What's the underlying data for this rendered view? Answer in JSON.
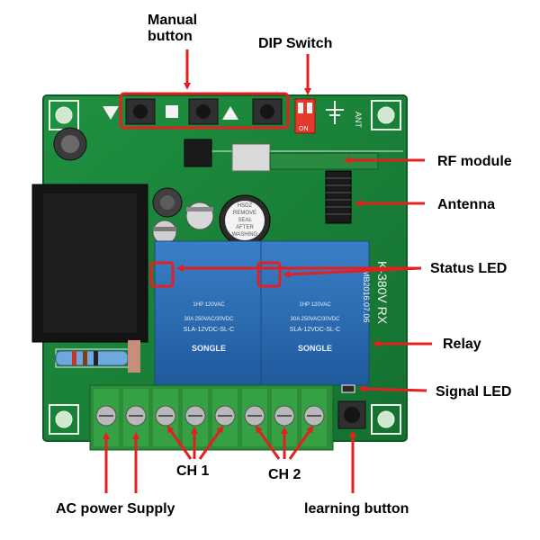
{
  "labels": {
    "manual_button_line1": "Manual",
    "manual_button_line2": "button",
    "dip_switch": "DIP Switch",
    "rf_module": "RF module",
    "antenna": "Antenna",
    "status_led": "Status LED",
    "relay": "Relay",
    "signal_led": "Signal LED",
    "ch1": "CH 1",
    "ch2": "CH 2",
    "ac_power_supply": "AC power Supply",
    "learning_button": "learning button"
  },
  "board_print": {
    "model": "K-380V RX",
    "date": "MB2016.07.06",
    "ant": "ANT",
    "dip_on": "ON",
    "buzzer": [
      "HSDZ",
      "REMOVE",
      "SEAL",
      "AFTER",
      "WASHING"
    ],
    "relay_brand": "SONGLE",
    "relay_model": "SLA-12VDC-SL-C",
    "relay_rating": "30A 250VAC/30VDC",
    "relay_power": "1HP 120VAC"
  },
  "colors": {
    "pcb": "#1f8a3b",
    "relay": "#2f6fb6",
    "terminal": "#2d8c3a",
    "callout": "#e41f1f"
  }
}
